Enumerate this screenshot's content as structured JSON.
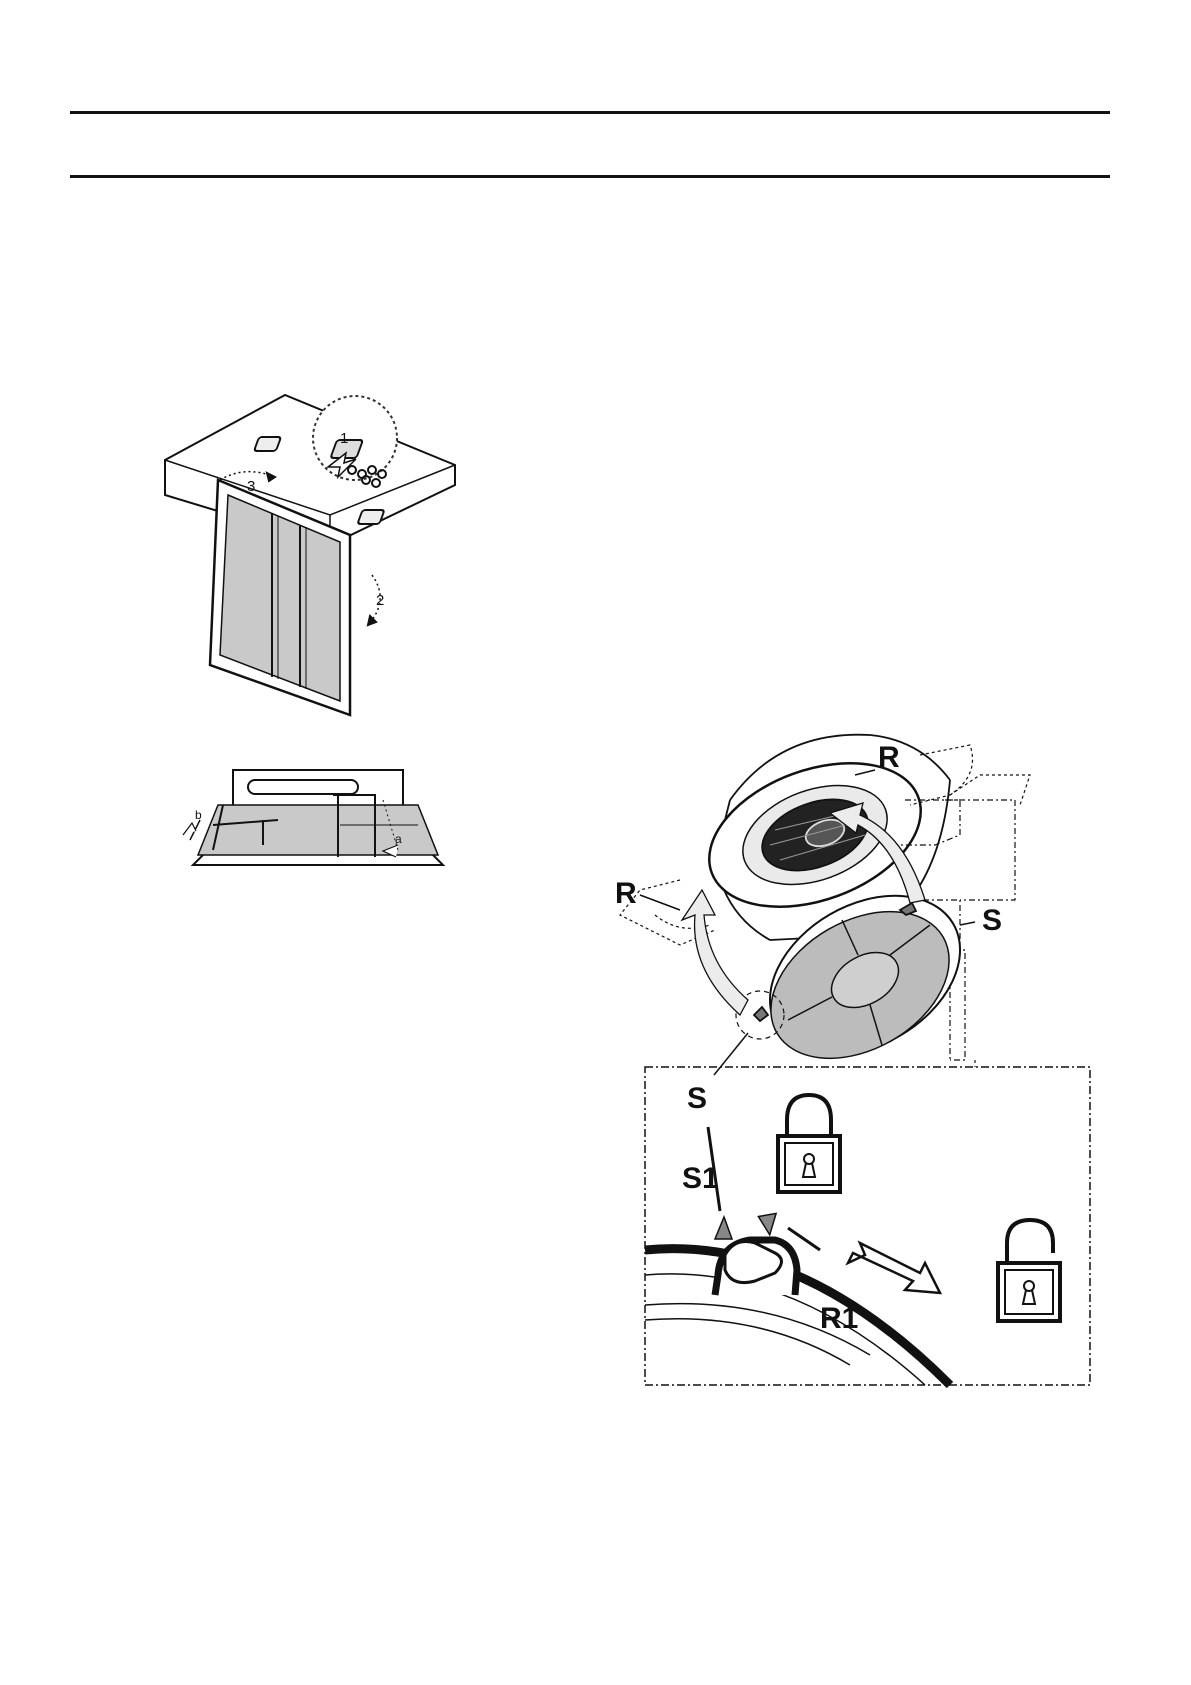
{
  "figure_filter_removal": {
    "steps": [
      "1",
      "2",
      "3"
    ]
  },
  "figure_filter_clips": {
    "labels": [
      "a",
      "b"
    ]
  },
  "figure_carbon_filter": {
    "labels": {
      "r_top": "R",
      "r_left": "R",
      "s_right": "S",
      "s_bottom": "S",
      "s1": "S1",
      "r1": "R1"
    }
  }
}
